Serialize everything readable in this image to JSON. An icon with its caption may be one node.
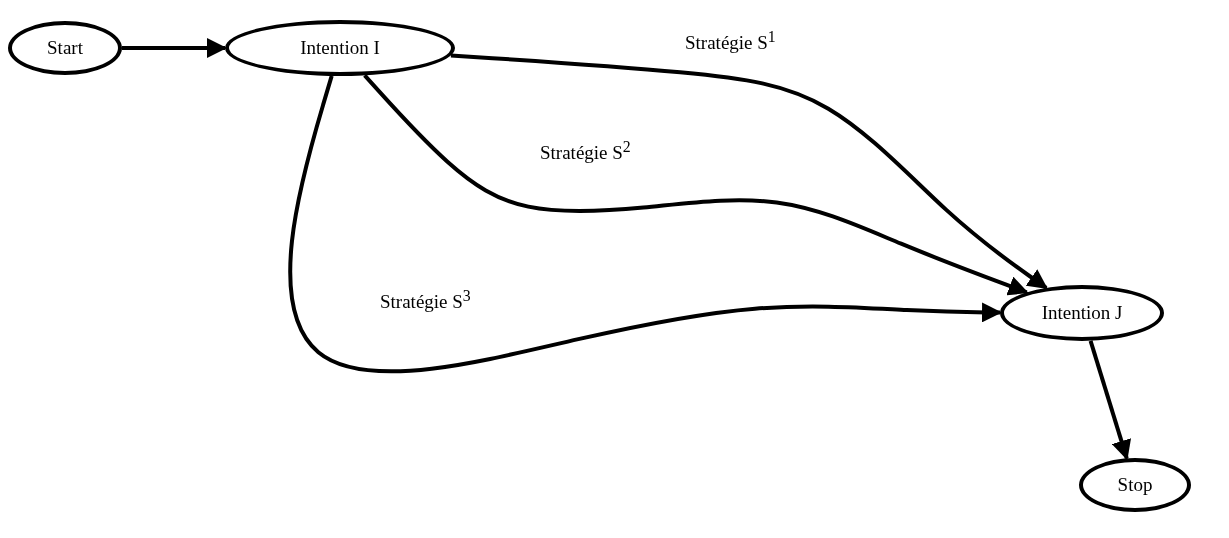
{
  "diagram": {
    "nodes": [
      {
        "text": [
          "Start"
        ]
      },
      {
        "text": [
          "Intention I"
        ]
      },
      {
        "text": [
          "Intention J"
        ]
      },
      {
        "text": [
          "Stop"
        ]
      }
    ],
    "edges": [
      {
        "from": 0,
        "to": 1,
        "arrow": "to"
      },
      {
        "from": 1,
        "to": 2,
        "arrow": "to",
        "label": "Stratégie S$^{1}$"
      },
      {
        "from": 1,
        "to": 2,
        "arrow": "to",
        "label": "Stratégie S$^{2}$"
      },
      {
        "from": 1,
        "to": 2,
        "arrow": "to",
        "label": "Stratégie S$^{3}$"
      },
      {
        "from": 2,
        "to": 3,
        "arrow": "to"
      }
    ]
  }
}
